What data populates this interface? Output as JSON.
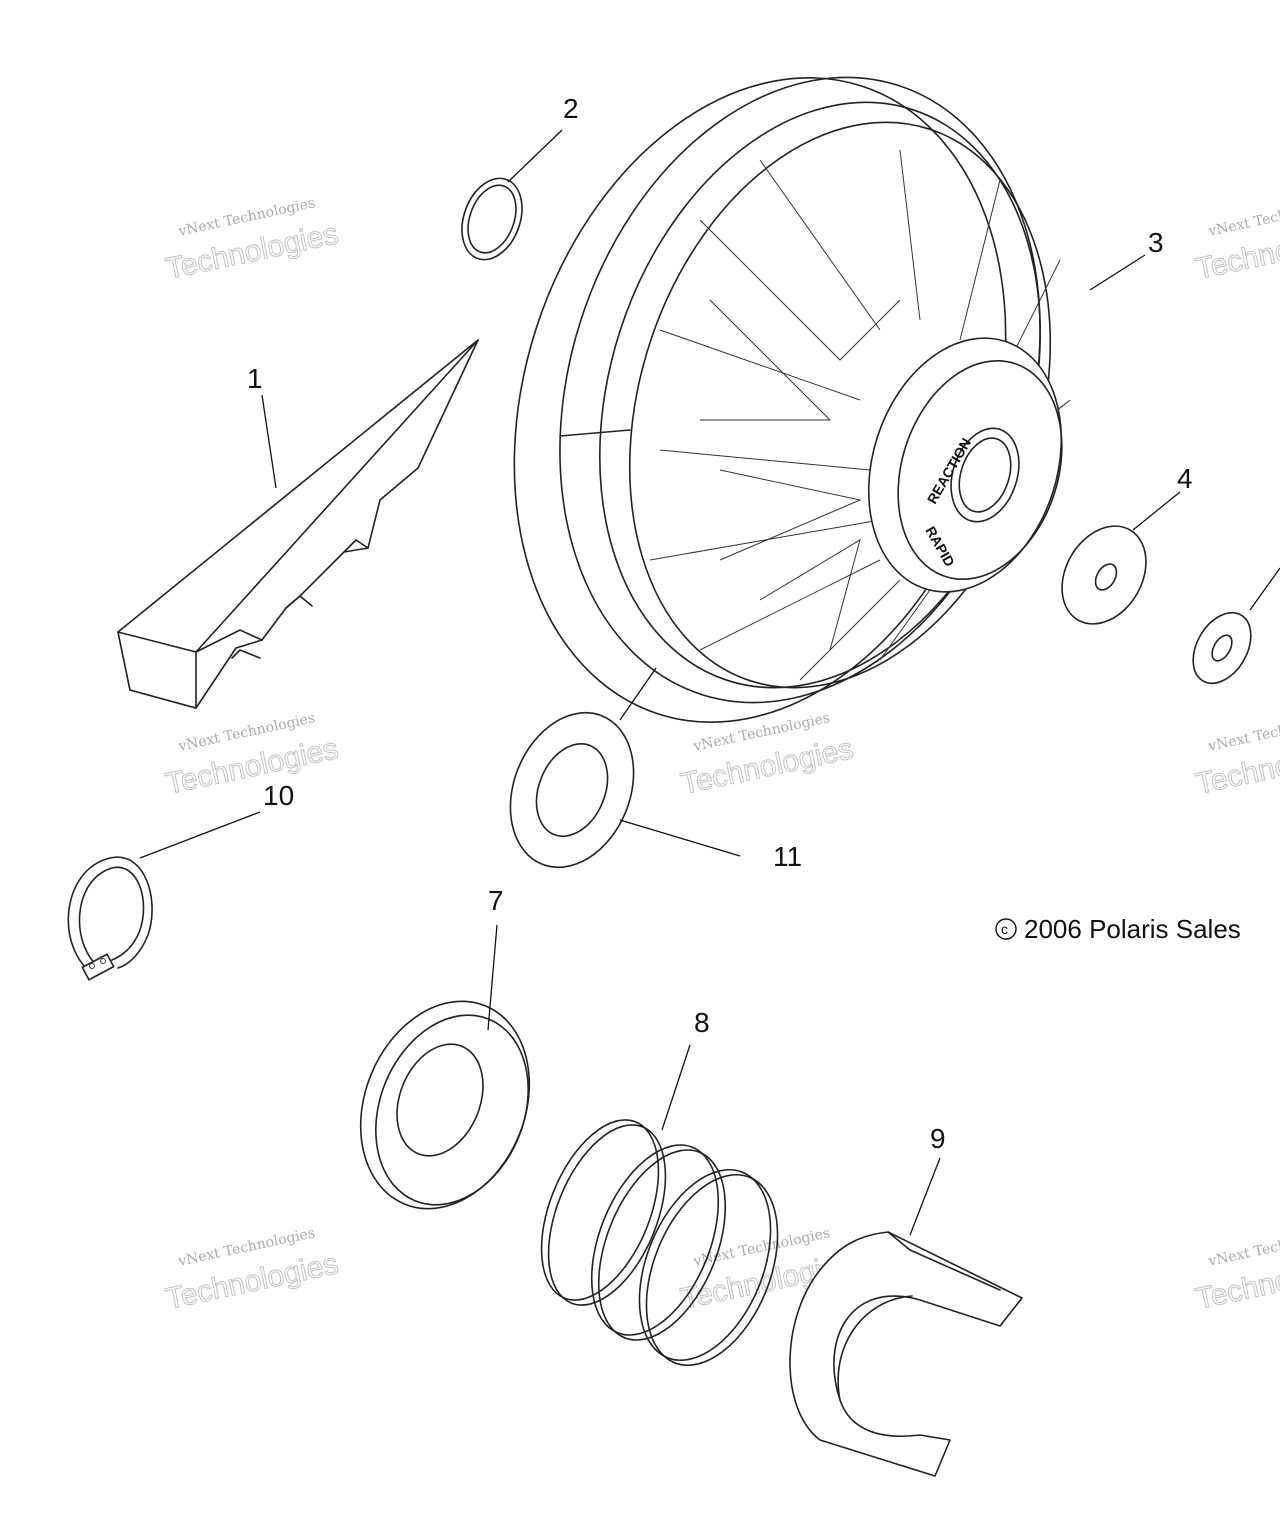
{
  "callouts": {
    "c1": "1",
    "c2": "2",
    "c3": "3",
    "c4": "4",
    "c7": "7",
    "c8": "8",
    "c9": "9",
    "c10": "10",
    "c11": "11"
  },
  "copyright": "2006 Polaris Sales",
  "copyright_symbol": "c",
  "hub_labels": {
    "line1": "REACTION",
    "line2": "RAPID"
  },
  "watermark": {
    "small": "vNext Technologies",
    "big": "Technologies",
    "faint": "vNext"
  },
  "colors": {
    "line": "#222222",
    "watermark": "#9a9a9a",
    "background": "#ffffff"
  }
}
